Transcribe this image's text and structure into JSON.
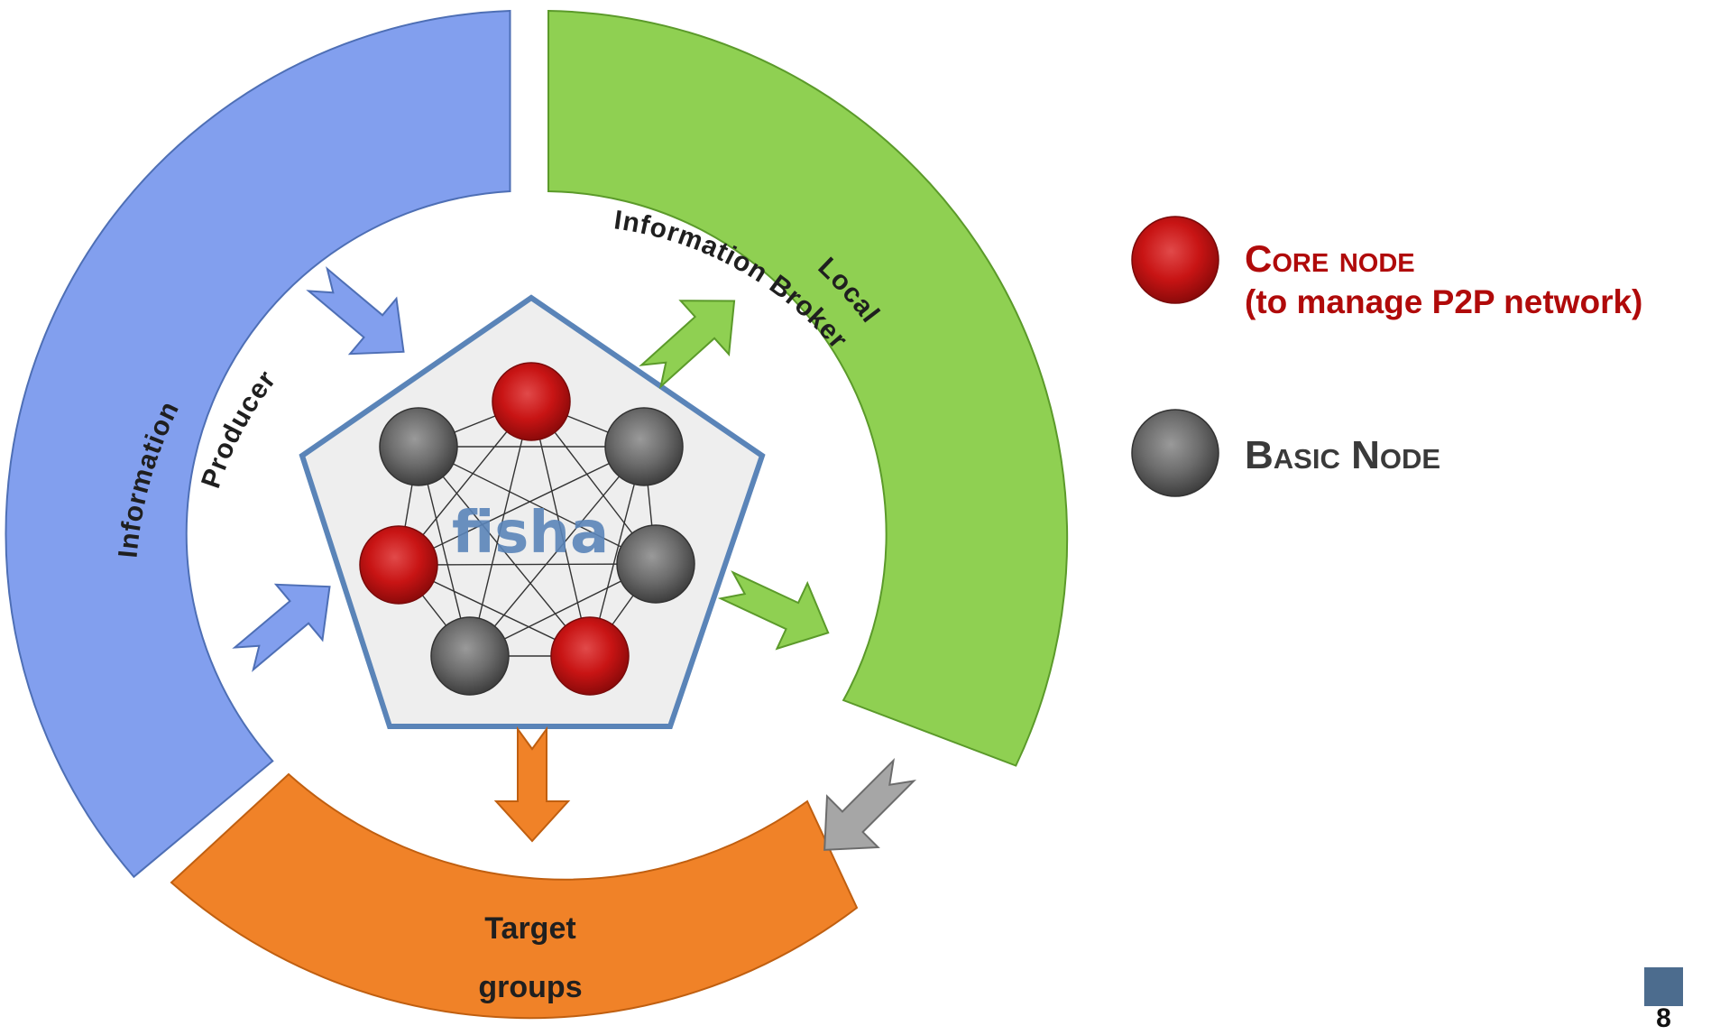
{
  "segments": {
    "producer": {
      "line1": "Information",
      "line2": "Producer",
      "color": "#829fee"
    },
    "broker": {
      "line1": "Local",
      "line2": "Information Broker",
      "color": "#8fd052"
    },
    "target": {
      "line1": "Target",
      "line2": "groups",
      "color": "#f08228"
    }
  },
  "center": {
    "logo_text": "fisha",
    "border_color": "#5a84b8",
    "fill_color": "#eeeeee"
  },
  "legend": {
    "core": {
      "title": "Core node",
      "subtitle": "(to manage P2P network)",
      "color": "#cc1111"
    },
    "basic": {
      "title": "Basic Node",
      "color": "#7a7a7a"
    }
  },
  "arrows": {
    "producer_color": "#829fee",
    "broker_color": "#8fd052",
    "target_color": "#f08228",
    "broker_to_target_color": "#a6a6a6"
  },
  "page_number": "8"
}
